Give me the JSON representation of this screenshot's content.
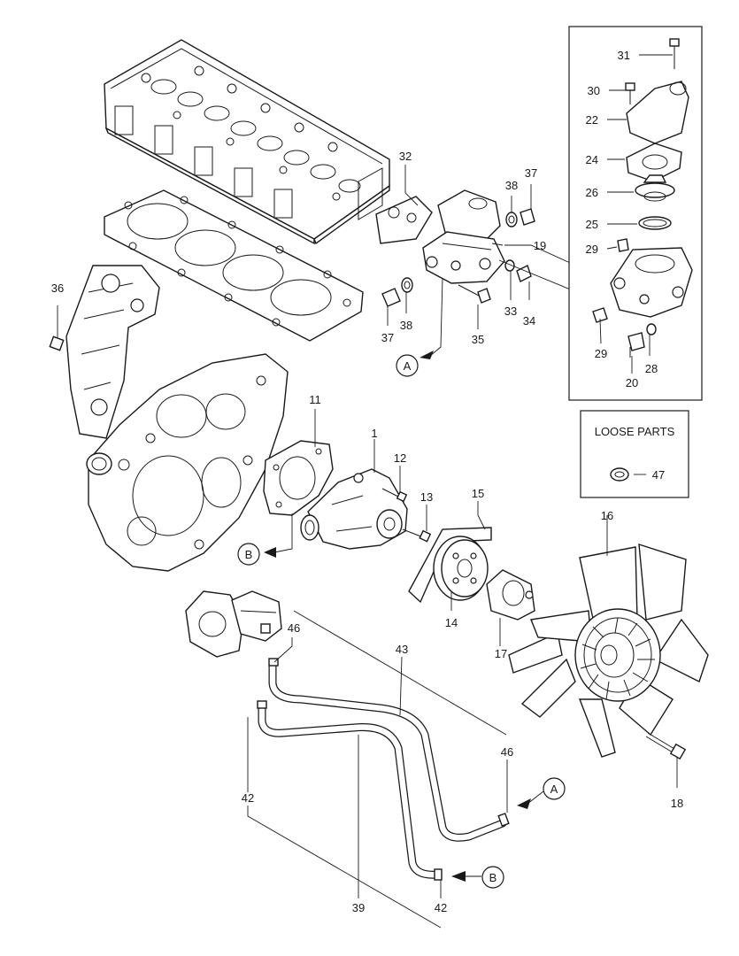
{
  "diagram": {
    "part_numbers": {
      "p1": "1",
      "p11": "11",
      "p12": "12",
      "p13": "13",
      "p14": "14",
      "p15": "15",
      "p16": "16",
      "p17": "17",
      "p18": "18",
      "p19": "19",
      "p20": "20",
      "p22": "22",
      "p24": "24",
      "p25": "25",
      "p26": "26",
      "p28": "28",
      "p29a": "29",
      "p29b": "29",
      "p30": "30",
      "p31": "31",
      "p32": "32",
      "p33": "33",
      "p34": "34",
      "p35": "35",
      "p36": "36",
      "p37a": "37",
      "p37b": "37",
      "p38a": "38",
      "p38b": "38",
      "p39": "39",
      "p42a": "42",
      "p42b": "42",
      "p43": "43",
      "p46a": "46",
      "p46b": "46",
      "p47": "47"
    },
    "callouts": {
      "a_top": "A",
      "a_bottom": "A",
      "b_mid": "B",
      "b_bottom": "B"
    },
    "loose_parts_title": "LOOSE PARTS"
  }
}
